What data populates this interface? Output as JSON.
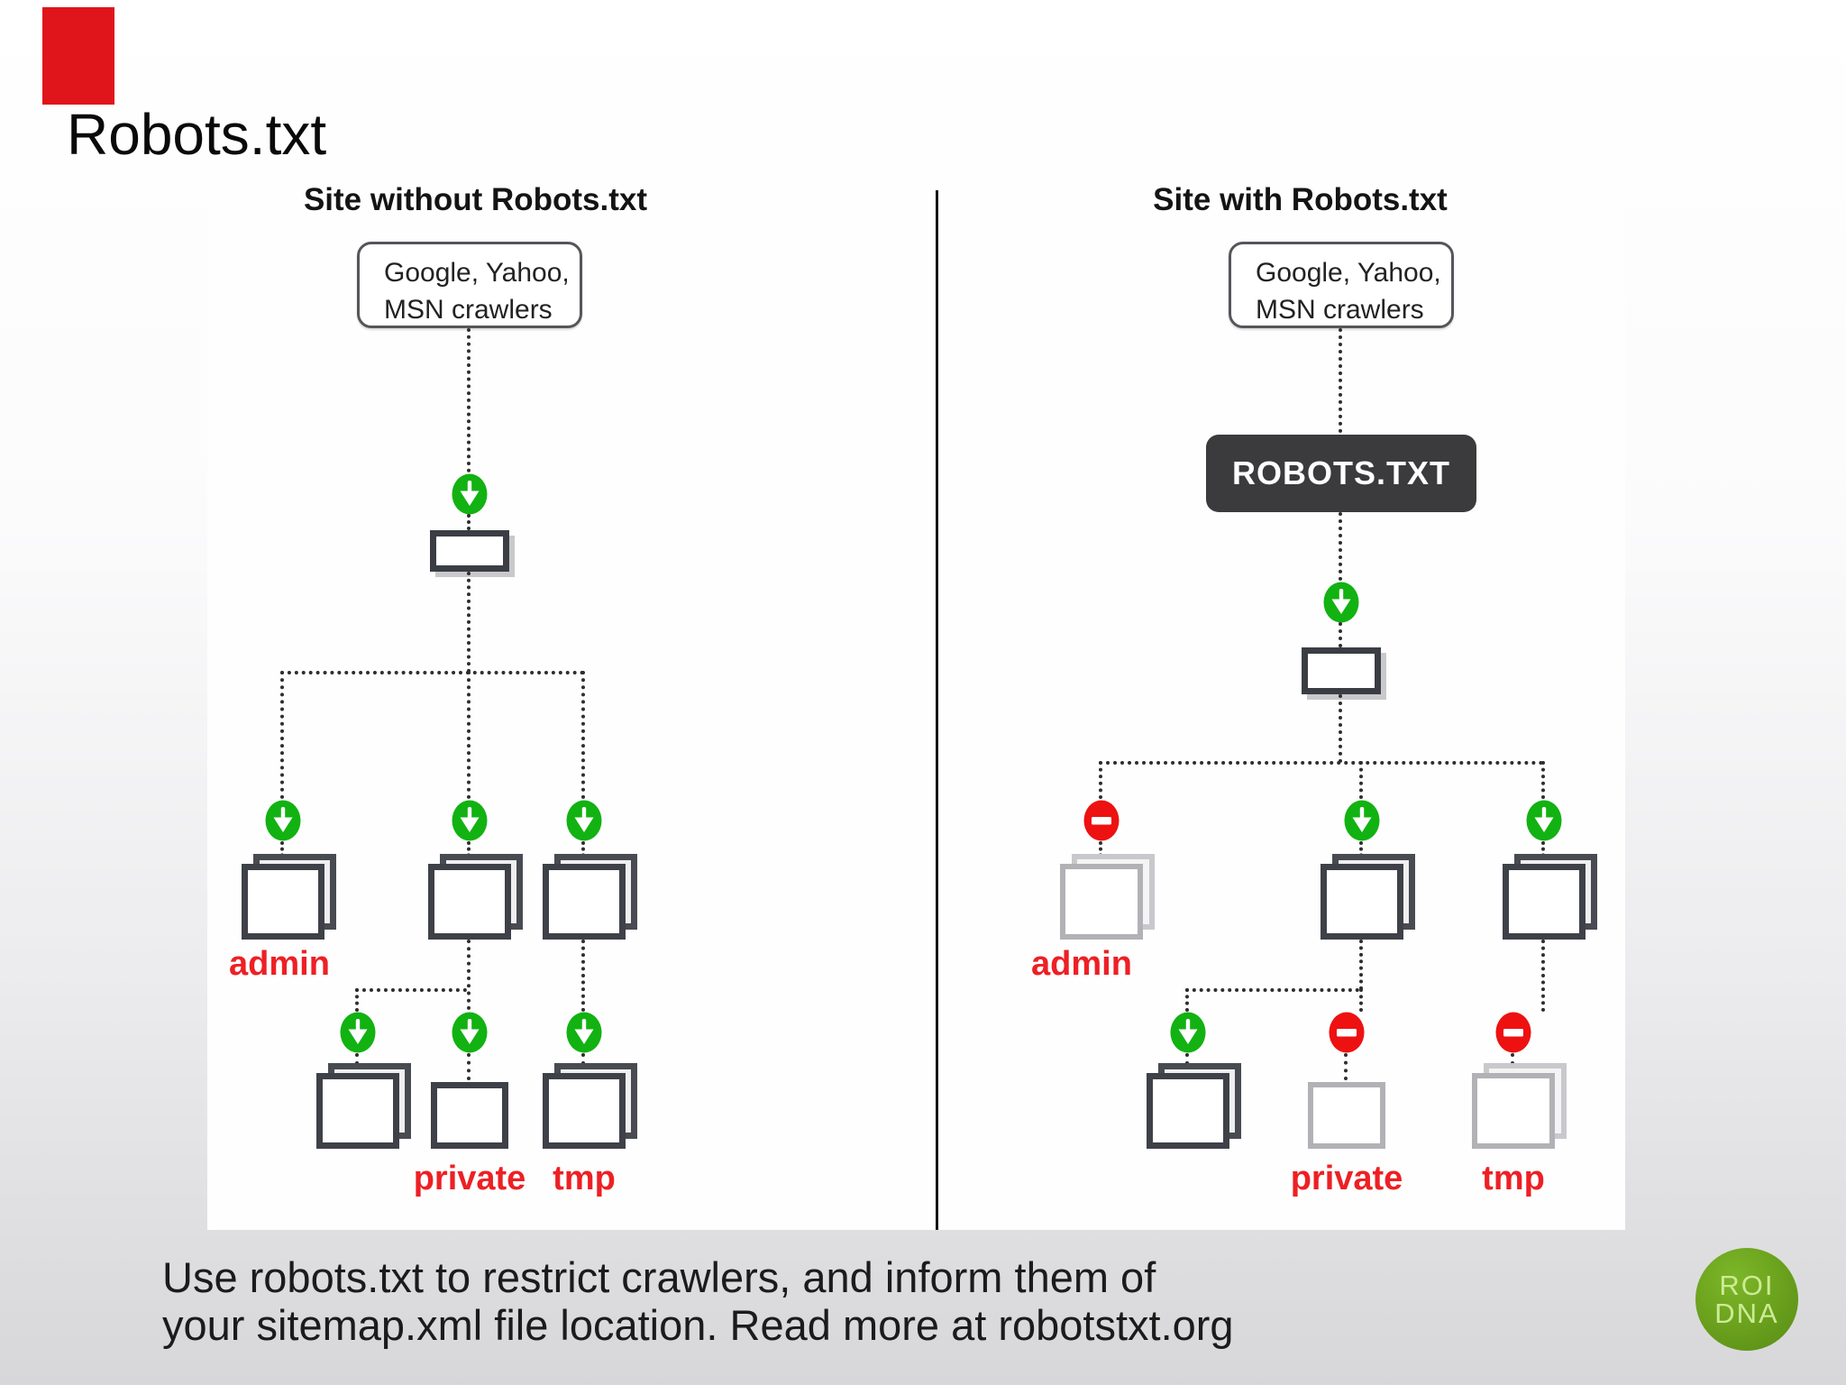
{
  "slide": {
    "title": "Robots.txt",
    "caption_line1": "Use robots.txt to restrict crawlers, and inform them of",
    "caption_line2": "your sitemap.xml file location. Read more at robotstxt.org",
    "corner_marker_color": "#e0151b",
    "background_top": "#ffffff",
    "background_bottom": "#d7d7d9"
  },
  "icons": {
    "allowed_icon": "green-down-arrow",
    "blocked_icon": "red-no-entry",
    "allowed_color": "#12b212",
    "blocked_color": "#ee1111"
  },
  "diagrams": {
    "left": {
      "title": "Site without Robots.txt",
      "crawler_line1": "Google, Yahoo,",
      "crawler_line2": "MSN crawlers",
      "labels": {
        "admin": "admin",
        "private": "private",
        "tmp": "tmp"
      },
      "access": {
        "admin": "allowed",
        "private": "allowed",
        "tmp": "allowed"
      }
    },
    "right": {
      "title": "Site with Robots.txt",
      "crawler_line1": "Google, Yahoo,",
      "crawler_line2": "MSN crawlers",
      "robots_box": "ROBOTS.TXT",
      "labels": {
        "admin": "admin",
        "private": "private",
        "tmp": "tmp"
      },
      "access": {
        "admin": "blocked",
        "private": "blocked",
        "tmp": "blocked"
      }
    }
  },
  "logo": {
    "line1": "ROI",
    "line2": "DNA",
    "bg": "#699f1c",
    "text_color": "#cdeb96"
  }
}
